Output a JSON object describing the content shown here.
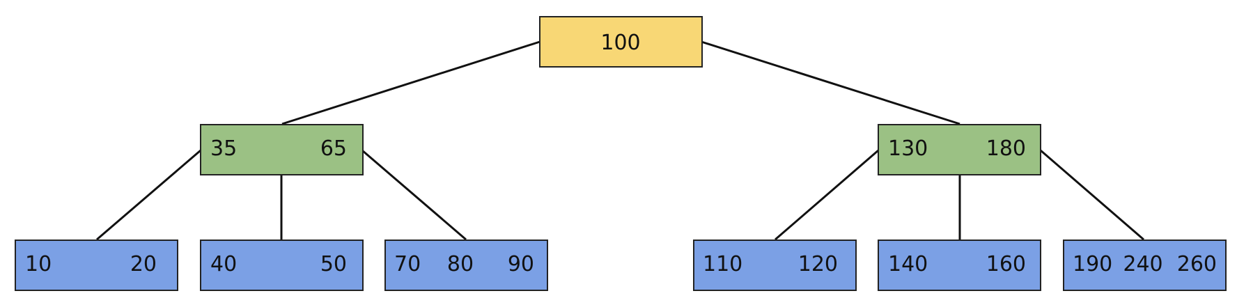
{
  "colors": {
    "root": "#f8d775",
    "internal": "#9bc184",
    "leaf": "#7ba0e5"
  },
  "root": {
    "keys": [
      "100"
    ]
  },
  "internal": [
    {
      "keys": [
        "35",
        "65"
      ]
    },
    {
      "keys": [
        "130",
        "180"
      ]
    }
  ],
  "leaves": [
    {
      "keys": [
        "10",
        "20"
      ]
    },
    {
      "keys": [
        "40",
        "50"
      ]
    },
    {
      "keys": [
        "70",
        "80",
        "90"
      ]
    },
    {
      "keys": [
        "110",
        "120"
      ]
    },
    {
      "keys": [
        "140",
        "160"
      ]
    },
    {
      "keys": [
        "190",
        "240",
        "260"
      ]
    }
  ]
}
